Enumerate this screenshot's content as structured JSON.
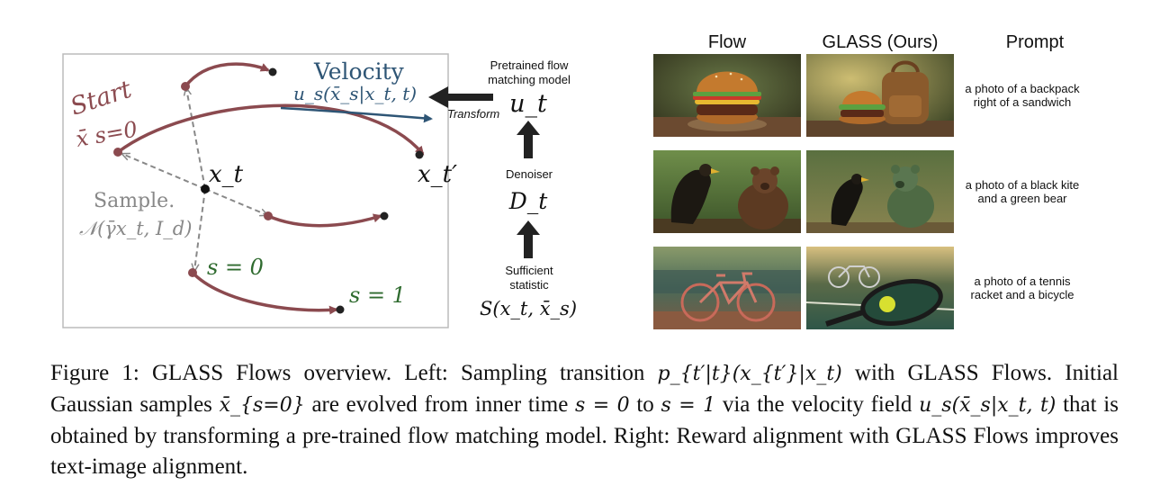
{
  "diagram": {
    "start_label": "Start",
    "start_math": "x̄ s=0",
    "velocity_title": "Velocity",
    "velocity_math": "u_s(x̄_s|x_t, t)",
    "transform_label": "Transform",
    "xt_label": "x_t",
    "xtp_label": "x_t′",
    "sample_label": "Sample.",
    "sample_math": "𝒩(γ̄x_t, I_d)",
    "s0_label": "s = 0",
    "s1_label": "s = 1",
    "pipeline": {
      "pretrained_line1": "Pretrained flow",
      "pretrained_line2": "matching model",
      "ut_label": "u_t",
      "denoiser_label": "Denoiser",
      "dt_label": "D_t",
      "sufficient_line1": "Sufficient",
      "sufficient_line2": "statistic",
      "stat_math": "S(x_t, x̄_s)"
    },
    "colors": {
      "flow": "#8b4a4f",
      "velocity": "#2e5575",
      "sample": "#888888",
      "s_green": "#2f6b2f"
    }
  },
  "gallery": {
    "col_flow": "Flow",
    "col_glass": "GLASS (Ours)",
    "col_prompt": "Prompt",
    "rows": [
      {
        "flow_image": "burger-photo",
        "glass_image": "backpack-sandwich-photo",
        "prompt_line1": "a photo of a backpack",
        "prompt_line2": "right of a sandwich"
      },
      {
        "flow_image": "kite-bear-photo",
        "glass_image": "kite-green-bear-photo",
        "prompt_line1": "a photo of a black kite",
        "prompt_line2": "and a green bear"
      },
      {
        "flow_image": "bicycle-photo",
        "glass_image": "racket-bicycle-photo",
        "prompt_line1": "a photo of a tennis",
        "prompt_line2": "racket and a bicycle"
      }
    ]
  },
  "caption": {
    "p1": "Figure 1:  GLASS Flows overview.  Left:  Sampling transition ",
    "m1": "p_{t′|t}(x_{t′}|x_t)",
    "p2": " with GLASS Flows. Initial Gaussian samples ",
    "m2": "x̄_{s=0}",
    "p3": " are evolved from inner time ",
    "m3": "s = 0",
    "p4": " to ",
    "m4": "s = 1",
    "p5": " via the velocity field ",
    "m5": "u_s(x̄_s|x_t, t)",
    "p6": " that is obtained by transforming a pre-trained flow matching model.  Right:  Reward alignment with GLASS Flows improves text-image alignment."
  }
}
